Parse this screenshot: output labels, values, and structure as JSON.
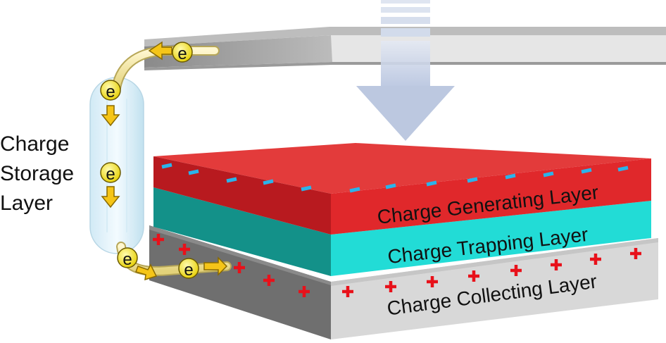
{
  "labels": {
    "storage_line1": "Charge",
    "storage_line2": "Storage",
    "storage_line3": "Layer",
    "generating": "Charge Generating Layer",
    "trapping": "Charge Trapping Layer",
    "collecting": "Charge Collecting Layer",
    "electron": "e",
    "negative": "–",
    "positive": "+"
  },
  "colors": {
    "generating_top": "#e23a3a",
    "generating_front": "#b8191d",
    "trapping_front": "#20dcd6",
    "trapping_side": "#138f8a",
    "collecting_front": "#d9d9d9",
    "collecting_side": "#6e6e6e",
    "electrode": "#d6d6d6",
    "arrow": "#c4cfe4",
    "electron_fill": "#f2e500",
    "tube": "#f6eeb0",
    "negative": "#2bb3ea",
    "positive": "#e8111a"
  },
  "icons": {
    "pressure_arrow": "down-arrow-icon",
    "electron": "electron-icon",
    "flow": "flow-arrow-icon"
  }
}
